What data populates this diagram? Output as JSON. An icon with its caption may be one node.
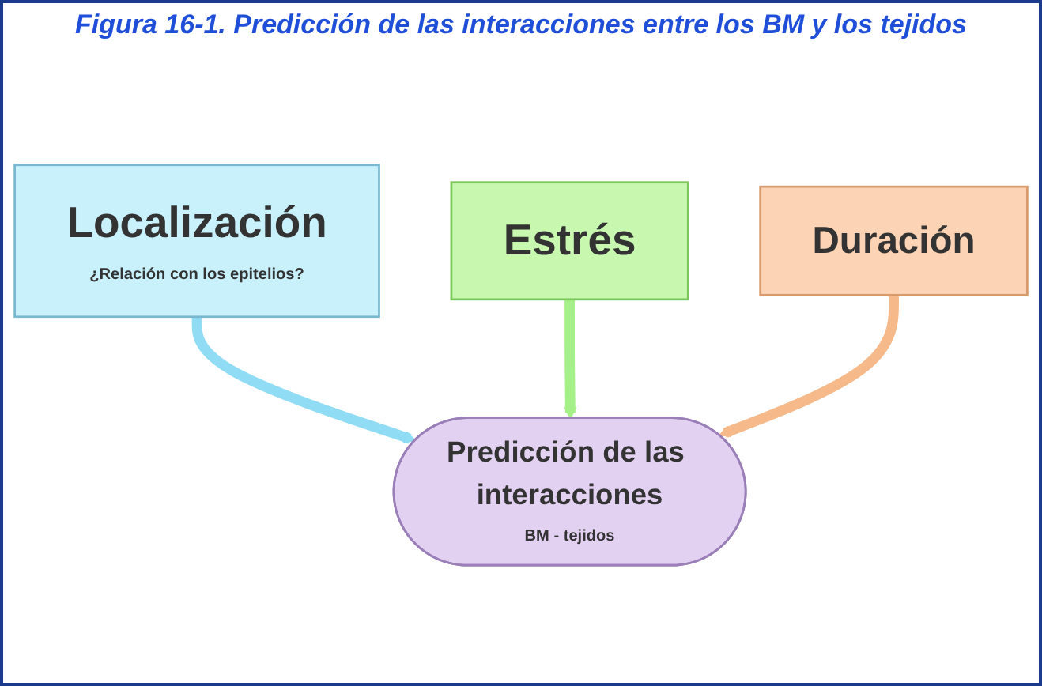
{
  "diagram": {
    "title": "Figura 16-1. Predicción de las interacciones entre los BM y los tejidos",
    "nodes": [
      {
        "text": [
          "Estrés"
        ]
      },
      {
        "text": [
          "Localización",
          "¿Relación con los epitelios?"
        ]
      },
      {
        "text": [
          "Duración"
        ]
      },
      {
        "text": [
          "Predicción de las interacciones",
          "BM - tejidos"
        ]
      }
    ],
    "edges": [
      {
        "from": 1,
        "to": 3,
        "arrow": "to",
        "color": "#8fdcf4"
      },
      {
        "from": 0,
        "to": 3,
        "arrow": "to",
        "color": "#a6f08a"
      },
      {
        "from": 2,
        "to": 3,
        "arrow": "to",
        "color": "#f6b98a"
      }
    ]
  }
}
